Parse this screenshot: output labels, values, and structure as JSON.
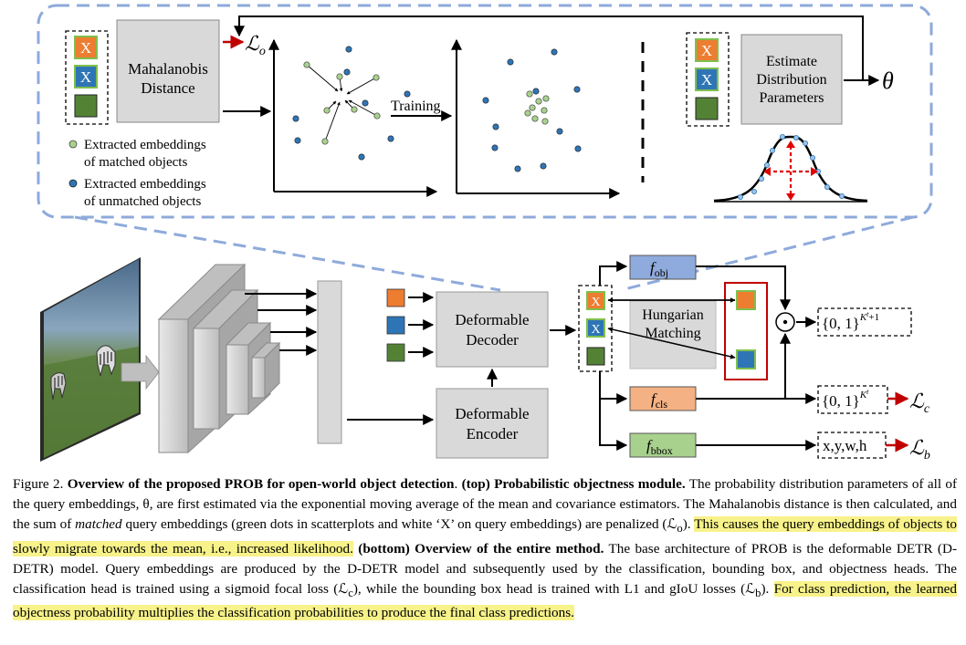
{
  "figure": {
    "top": {
      "mahalanobis_label_1": "Mahalanobis",
      "mahalanobis_label_2": "Distance",
      "loss_o": "ℒ",
      "loss_o_sub": "o",
      "training_label": "Training",
      "legend_matched_1": "Extracted embeddings",
      "legend_matched_2": "of matched objects",
      "legend_unmatched_1": "Extracted embeddings",
      "legend_unmatched_2": "of unmatched objects",
      "estimate_1": "Estimate",
      "estimate_2": "Distribution",
      "estimate_3": "Parameters",
      "theta": "θ",
      "query_x": "X"
    },
    "bottom": {
      "deformable_decoder_1": "Deformable",
      "deformable_decoder_2": "Decoder",
      "deformable_encoder_1": "Deformable",
      "deformable_encoder_2": "Encoder",
      "hungarian_1": "Hungarian",
      "hungarian_2": "Matching",
      "f_obj": "f",
      "f_obj_sub": "obj",
      "f_cls": "f",
      "f_cls_sub": "cls",
      "f_bbox": "f",
      "f_bbox_sub": "bbox",
      "odot": "⊙",
      "out_obj": "{0, 1}",
      "out_obj_sup": "K",
      "out_obj_sup_t": "t",
      "out_obj_sup_tail": "+1",
      "out_cls": "{0, 1}",
      "out_cls_sup": "K",
      "out_cls_sup_t": "t",
      "out_bbox": "x,y,w,h",
      "loss_c": "ℒ",
      "loss_c_sub": "c",
      "loss_b": "ℒ",
      "loss_b_sub": "b"
    },
    "colors": {
      "orange": "#ed7d31",
      "blue": "#2e75b6",
      "green": "#548235",
      "dash_blue": "#8eaadb",
      "red": "#c00000",
      "gray_box": "#d9d9d9",
      "fobj": "#8faadc",
      "fcls": "#f4b183",
      "fbbox": "#a9d18e"
    }
  },
  "caption": {
    "label": "Figure 2.",
    "title": "Overview of the proposed PROB for open-world object detection",
    "top_head": "(top) Probabilistic objectness module.",
    "s1": "The probability distribution parameters of all of the query embeddings, θ, are first estimated via the exponential moving average of the mean and covariance estimators. The Mahalanobis distance is then calculated, and the sum of",
    "matched": "matched",
    "s2": "query embeddings (green dots in scatterplots and white ‘X’ on query embeddings) are penalized (ℒ",
    "s2_sub": "o",
    "s2_tail": ").",
    "hl1": "This causes the query embeddings of objects to slowly migrate towards the mean, i.e., increased likelihood.",
    "bottom_head": "(bottom) Overview of the entire method.",
    "s3": "The base architecture of PROB is the deformable DETR (D-DETR) model. Query embeddings are produced by the D-DETR model and subsequently used by the classification, bounding box, and objectness heads. The classification head is trained using a sigmoid focal loss (ℒ",
    "s3_sub": "c",
    "s3_mid": "), while the bounding box head is trained with L1 and gIoU losses (ℒ",
    "s3_sub2": "b",
    "s3_tail": ").",
    "hl2": "For class prediction, the learned objectness probability multiplies the classification probabilities to produce the final class predictions."
  }
}
